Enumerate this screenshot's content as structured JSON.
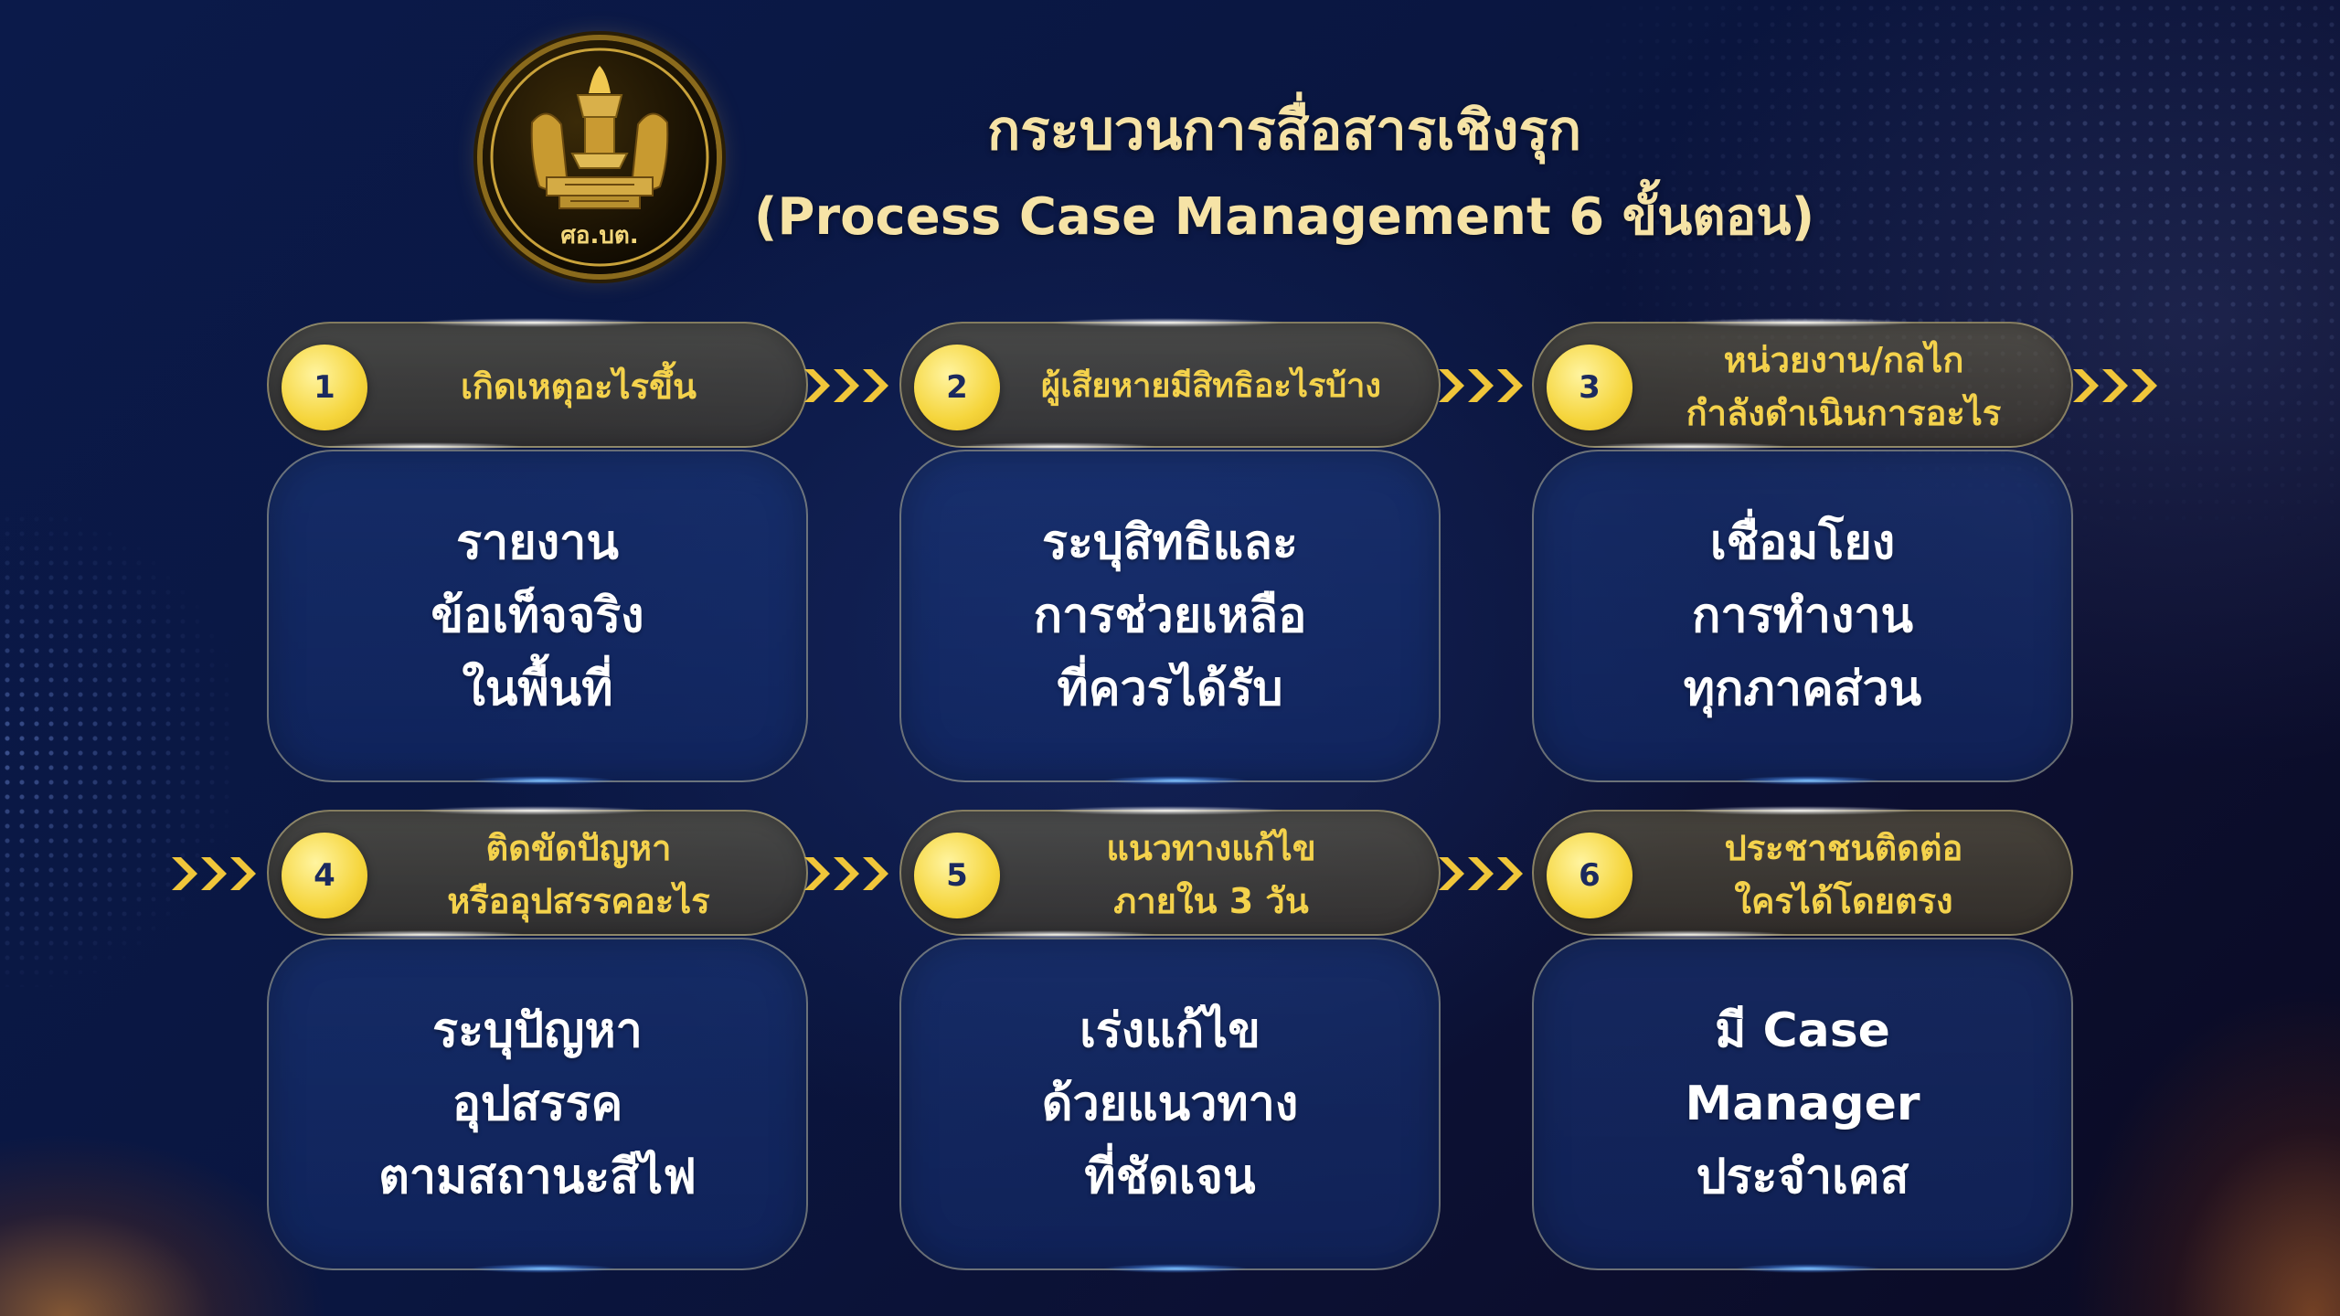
{
  "header": {
    "title_line1": "กระบวนการสื่อสารเชิงรุก",
    "title_line2": "(Process Case Management 6 ขั้นตอน)"
  },
  "emblem": {
    "icon": "thai-government-emblem",
    "caption": "ศอ.บต."
  },
  "steps": [
    {
      "number": "1",
      "label": [
        "เกิดเหตุอะไรขึ้น"
      ],
      "body": [
        "รายงาน",
        "ข้อเท็จจริง",
        "ในพื้นที่"
      ]
    },
    {
      "number": "2",
      "label": [
        "ผู้เสียหายมีสิทธิอะไรบ้าง"
      ],
      "body": [
        "ระบุสิทธิและ",
        "การช่วยเหลือ",
        "ที่ควรได้รับ"
      ]
    },
    {
      "number": "3",
      "label": [
        "หน่วยงาน/กลไก",
        "กำลังดำเนินการอะไร"
      ],
      "body": [
        "เชื่อมโยง",
        "การทำงาน",
        "ทุกภาคส่วน"
      ]
    },
    {
      "number": "4",
      "label": [
        "ติดขัดปัญหา",
        "หรืออุปสรรคอะไร"
      ],
      "body": [
        "ระบุปัญหา",
        "อุปสรรค",
        "ตามสถานะสีไฟ"
      ]
    },
    {
      "number": "5",
      "label": [
        "แนวทางแก้ไข",
        "ภายใน 3 วัน"
      ],
      "body": [
        "เร่งแก้ไข",
        "ด้วยแนวทาง",
        "ที่ชัดเจน"
      ]
    },
    {
      "number": "6",
      "label": [
        "ประชาชนติดต่อ",
        "ใครได้โดยตรง"
      ],
      "body": [
        "มี Case",
        "Manager",
        "ประจำเคส"
      ]
    }
  ],
  "colors": {
    "accent_gold": "#f4d24c",
    "number_circle": "#f5d53c",
    "title_gold": "#f6e3a6",
    "background": "#0b1a4a"
  },
  "icons": {
    "connector": "chevron-arrows-icon"
  }
}
